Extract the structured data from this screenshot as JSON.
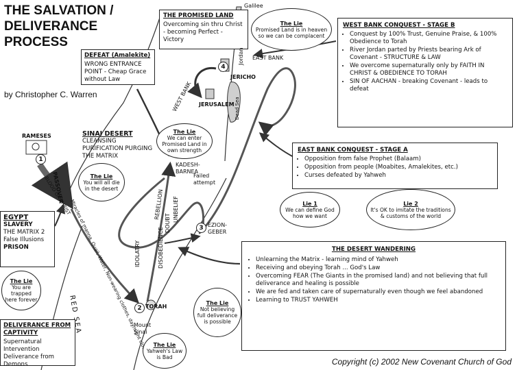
{
  "title": "THE SALVATION /\nDELIVERANCE\nPROCESS",
  "author": "by Christopher C. Warren",
  "copyright": "Copyright (c) 2002 New Covenant Church of God",
  "promised_land": {
    "heading": "THE PROMISED LAND",
    "body": "Overcoming sin thru Christ - becoming Perfect - Victory"
  },
  "galilee": "Galilee",
  "lie_top": {
    "title": "The Lie",
    "body": "Promised Land is in heaven so we can be complacent"
  },
  "west_bank_box": {
    "heading": "WEST BANK CONQUEST - STAGE B",
    "items": [
      "Conquest by 100% Trust, Genuine Praise, & 100% Obedience to Torah",
      "River Jordan parted by Priests bearing Ark of Covenant - STRUCTURE & LAW",
      "We overcome supernaturally only by FAITH IN CHRIST & OBEDIENCE TO TORAH",
      "SIN OF AACHAN - breaking Covenant - leads to defeat"
    ]
  },
  "defeat": {
    "heading": "DEFEAT (Amalekite)",
    "body": "WRONG ENTRANCE POINT - Cheap Grace without Law"
  },
  "map_labels": {
    "west_bank": "WEST BANK",
    "east_bank": "EAST BANK",
    "jordan": "Jordan",
    "jericho": "JERICHO",
    "jerusalem": "JERUSALEM",
    "dead_sea": "Dead Sea",
    "rameses": "RAMESES",
    "kadesh": "KADESH-BARNEA",
    "failed": "Failed attempt",
    "ezion": "EZION-GEBER",
    "torah": "TORAH",
    "mount_sinai": "Mount Sinai",
    "red_sea": "RED SEA",
    "passover": "PASSOVER",
    "blood": "BLOOD OF CHRIST",
    "miracles": "Miracles of manna, Quail, Water, Non-wearing clothes, day/night cloud",
    "idolatry": "IDOLATRY",
    "rebellion": "REBELLION",
    "doubt": "DOUBT",
    "unbelief": "UNBELIEF",
    "disobedience": "DISOBEDIENCE"
  },
  "numbers": {
    "n1": "1",
    "n2": "2",
    "n3": "3",
    "n4": "4"
  },
  "sinai": {
    "heading": "SINAI DESERT",
    "body": "CLEANSING PURIFICATION PURGING THE MATRIX"
  },
  "lie_kadesh": {
    "title": "The Lie",
    "body": "We can enter Promised Land in own strength"
  },
  "lie_desert": {
    "title": "The Lie",
    "body": "You will all die in the desert"
  },
  "east_bank_box": {
    "heading": "EAST BANK CONQUEST - STAGE A",
    "items": [
      "Opposition from false Prophet (Balaam)",
      "Opposition from people (Moabites, Amalekites, etc.)",
      "Curses defeated by Yahweh"
    ]
  },
  "lie1": {
    "title": "Lie 1",
    "body": "We can define God how we want"
  },
  "lie2": {
    "title": "Lie 2",
    "body": "It's OK to imitate the traditions & customs of the world"
  },
  "egypt": {
    "heading": "EGYPT",
    "slavery": "SLAVERY",
    "matrix": "THE MATRIX 2 False Illusions",
    "prison": "PRISON"
  },
  "lie_egypt": {
    "title": "The Lie",
    "body": "You are trapped here forever"
  },
  "deliverance": {
    "heading": "DELIVERANCE FROM CAPTIVITY",
    "body": "Supernatural Intervention Deliverance from Demons"
  },
  "desert_wandering": {
    "heading": "THE DESERT WANDERING",
    "items": [
      "Unlearning the Matrix - learning mind of Yahweh",
      "Receiving and obeying Torah ... God's Law",
      "Overcoming FEAR (The Giants in the promised land) and not believing that full deliverance and healing is possible",
      "We are fed and taken care of supernaturally even though we feel abandoned",
      "Learning to TRUST YAHWEH"
    ]
  },
  "lie_full": {
    "title": "The Lie",
    "body": "Not believing full deliverance is possible"
  },
  "lie_law": {
    "title": "The Lie",
    "body": "Yahweh's Law is Bad"
  }
}
